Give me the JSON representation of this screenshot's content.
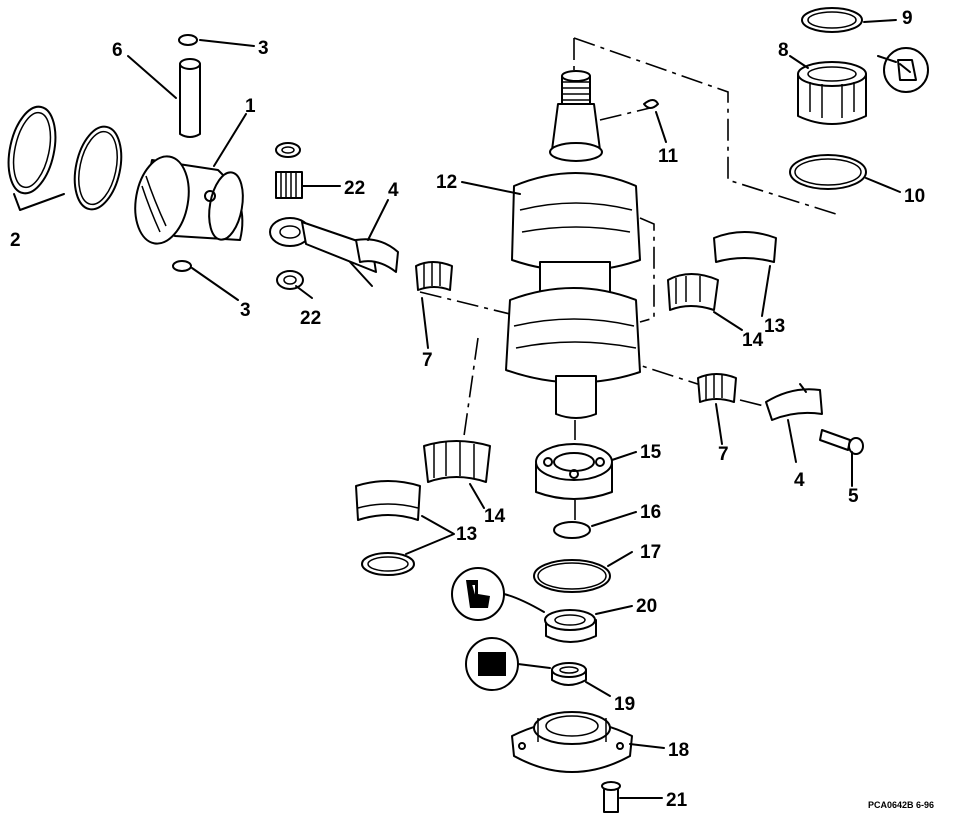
{
  "figure_ref": "PCA0642B 6-96",
  "callouts": [
    {
      "id": "c1",
      "label": "1"
    },
    {
      "id": "c2",
      "label": "2"
    },
    {
      "id": "c3a",
      "label": "3"
    },
    {
      "id": "c3b",
      "label": "3"
    },
    {
      "id": "c4a",
      "label": "4"
    },
    {
      "id": "c4b",
      "label": "4"
    },
    {
      "id": "c5",
      "label": "5"
    },
    {
      "id": "c6",
      "label": "6"
    },
    {
      "id": "c7a",
      "label": "7"
    },
    {
      "id": "c7b",
      "label": "7"
    },
    {
      "id": "c8",
      "label": "8"
    },
    {
      "id": "c9",
      "label": "9"
    },
    {
      "id": "c10",
      "label": "10"
    },
    {
      "id": "c11",
      "label": "11"
    },
    {
      "id": "c12",
      "label": "12"
    },
    {
      "id": "c13a",
      "label": "13"
    },
    {
      "id": "c13b",
      "label": "13"
    },
    {
      "id": "c14a",
      "label": "14"
    },
    {
      "id": "c14b",
      "label": "14"
    },
    {
      "id": "c15",
      "label": "15"
    },
    {
      "id": "c16",
      "label": "16"
    },
    {
      "id": "c17",
      "label": "17"
    },
    {
      "id": "c18",
      "label": "18"
    },
    {
      "id": "c19",
      "label": "19"
    },
    {
      "id": "c20",
      "label": "20"
    },
    {
      "id": "c21",
      "label": "21"
    },
    {
      "id": "c22a",
      "label": "22"
    },
    {
      "id": "c22b",
      "label": "22"
    }
  ]
}
